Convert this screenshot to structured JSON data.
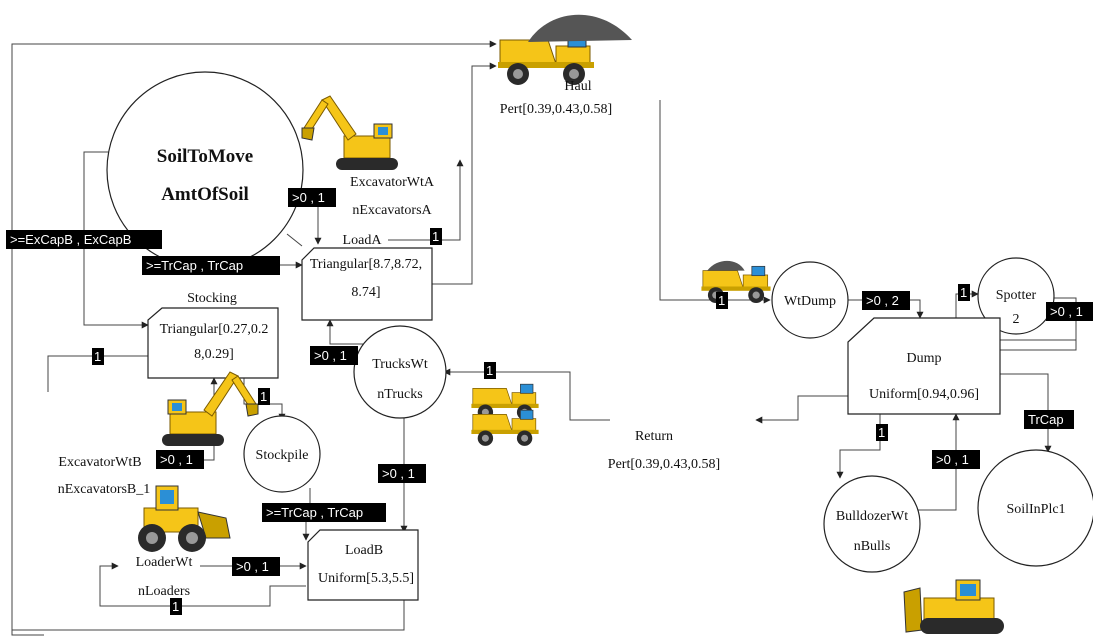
{
  "nodes": {
    "soil_to_move": {
      "title": "SoilToMove",
      "subtitle": "AmtOfSoil"
    },
    "haul": {
      "label": "Haul",
      "dist": "Pert[0.39,0.43,0.58]"
    },
    "excavator_a": {
      "line1": "ExcavatorWtA",
      "line2": "nExcavatorsA"
    },
    "load_a": {
      "name": "LoadA",
      "line1": "Triangular[8.7,8.72,",
      "line2": "8.74]"
    },
    "stocking": {
      "name": "Stocking",
      "line1": "Triangular[0.27,0.2",
      "line2": "8,0.29]"
    },
    "excavator_b": {
      "line1": "ExcavatorWtB",
      "line2": "nExcavatorsB_1"
    },
    "stockpile": {
      "label": "Stockpile"
    },
    "trucks": {
      "line1": "TrucksWt",
      "line2": "nTrucks"
    },
    "loader": {
      "line1": "LoaderWt",
      "line2": "nLoaders"
    },
    "load_b": {
      "name": "LoadB",
      "line1": "Uniform[5.3,5.5]"
    },
    "return": {
      "label": "Return",
      "dist": "Pert[0.39,0.43,0.58]"
    },
    "wt_dump": {
      "label": "WtDump"
    },
    "spotter": {
      "line1": "Spotter",
      "line2": "2"
    },
    "dump": {
      "name": "Dump",
      "line1": "Uniform[0.94,0.96]"
    },
    "bulldozer": {
      "line1": "BulldozerWt",
      "line2": "nBulls"
    },
    "soil_in_place": {
      "label": "SoilInPlc1"
    }
  },
  "edge_labels": {
    "ex_cap_b": ">=ExCapB , ExCapB",
    "tr_cap_a": ">=TrCap , TrCap",
    "exa_cond": ">0 , 1",
    "loada_one": "1",
    "stock_one_top": "1",
    "stock_one_bottom": "1",
    "exb_cond": ">0 , 1",
    "trucks_to_loada": ">0 , 1",
    "trucks_to_loadb": ">0 , 1",
    "tr_cap_b": ">=TrCap , TrCap",
    "loader_cond": ">0 , 1",
    "loader_one": "1",
    "return_one": "1",
    "haul_one": "1",
    "wtdump_cond": ">0 , 2",
    "spotter_one": "1",
    "spotter_cond": ">0 , 1",
    "trcap": "TrCap",
    "dump_one": "1",
    "bull_cond": ">0 , 1"
  },
  "icons": [
    "dump-truck-icon",
    "excavator-icon",
    "wheel-loader-icon",
    "bulldozer-icon"
  ],
  "colors": {
    "machine_yellow": "#f5c518",
    "tag_bg": "#000000"
  }
}
